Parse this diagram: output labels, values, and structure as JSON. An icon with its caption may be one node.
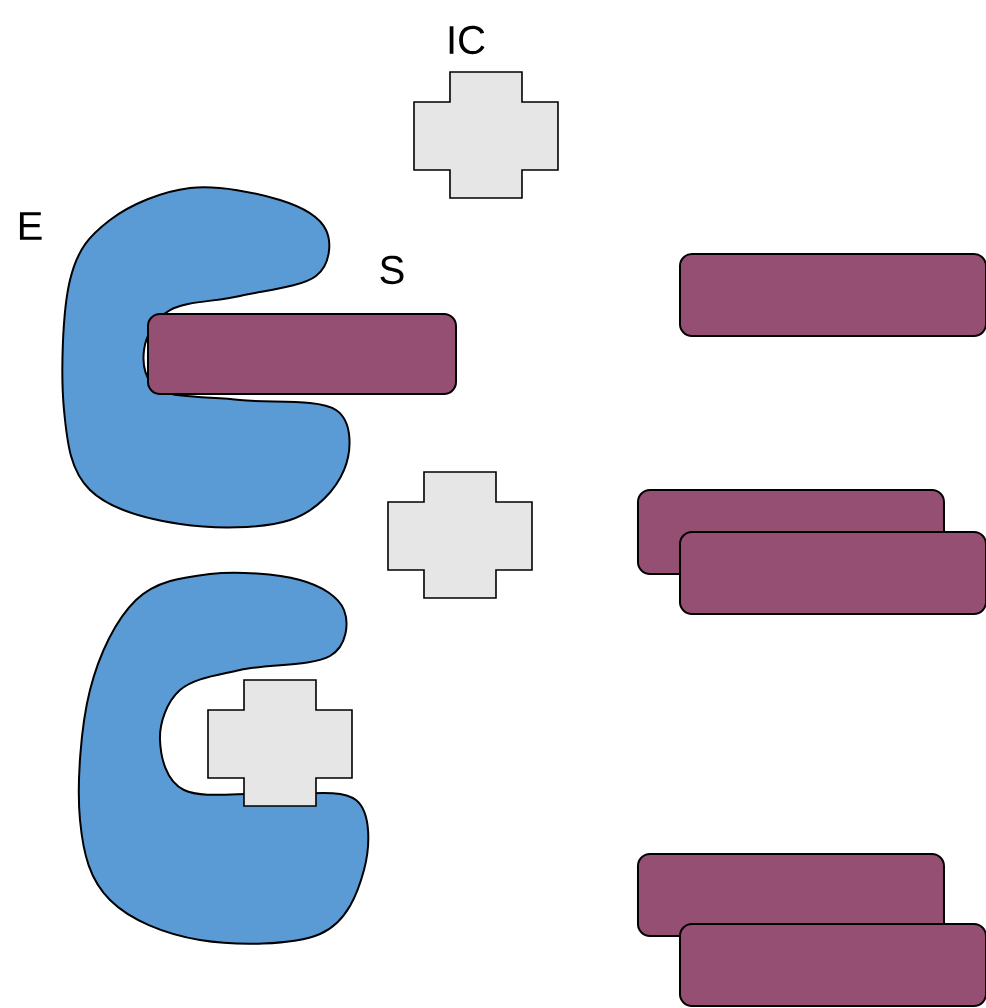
{
  "diagram": {
    "labels": [
      "IC",
      "E",
      "S"
    ]
  }
}
